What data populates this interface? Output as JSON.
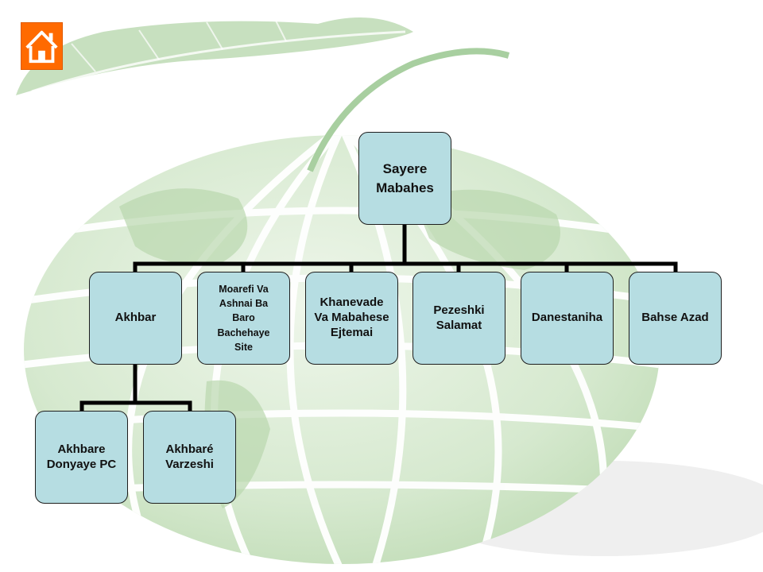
{
  "home_button": {
    "icon": "home-icon",
    "color": "#ff6a00"
  },
  "org_chart": {
    "root": {
      "label": "Sayere\nMabahes"
    },
    "children": [
      {
        "label": "Akhbar"
      },
      {
        "label": "Moarefi  Va\n Ashnai  Ba\nBaro\n Bachehaye\n Site"
      },
      {
        "label": "Khanevade\nVa Mabahese\nEjtemai"
      },
      {
        "label": "Pezeshki\nSalamat"
      },
      {
        "label": "Danestaniha"
      },
      {
        "label": "Bahse Azad"
      }
    ],
    "akhbar_children": [
      {
        "label": "Akhbare\nDonyaye PC"
      },
      {
        "label": "Akhbaré\nVarzeshi"
      }
    ]
  },
  "colors": {
    "node_fill": "#b6dde2",
    "node_border": "#1e1e1e",
    "connector": "#000000",
    "background_globe": "#d9ead3",
    "background_leaf": "#b9d8b0"
  }
}
